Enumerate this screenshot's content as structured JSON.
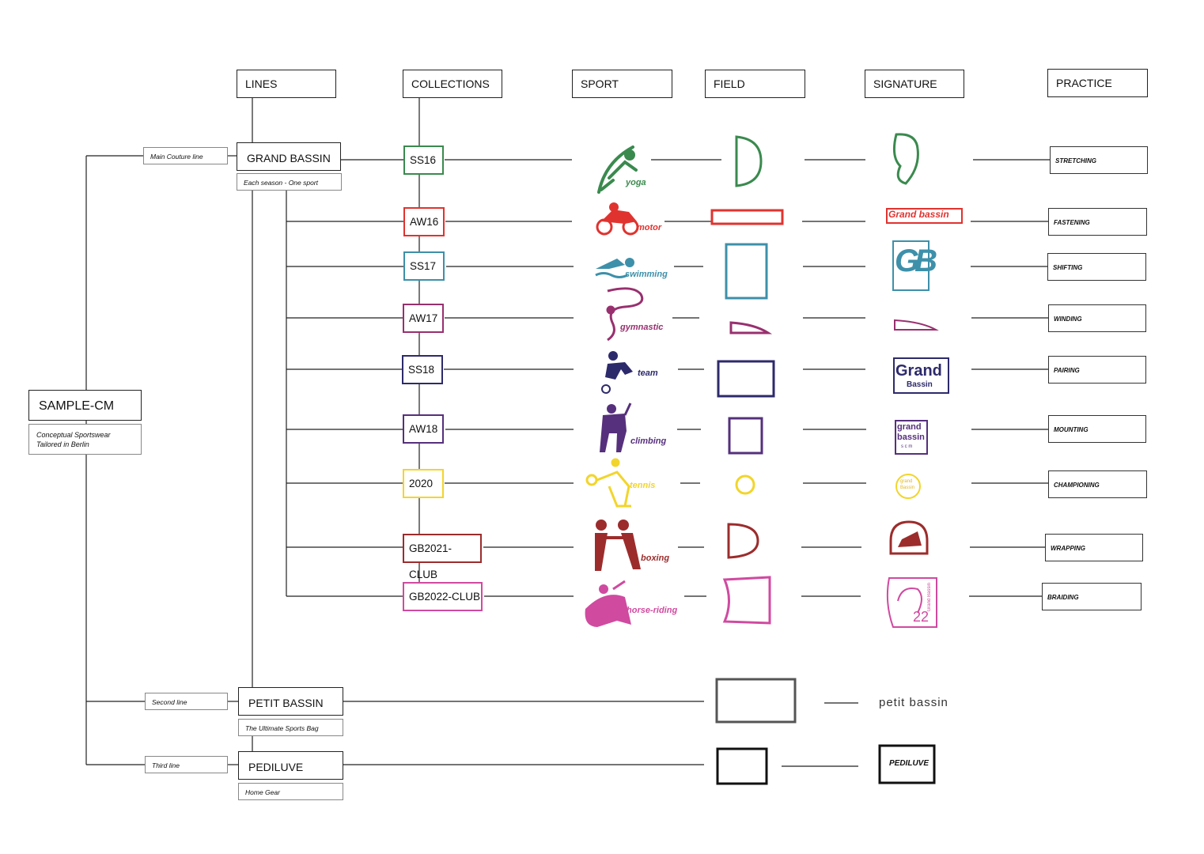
{
  "headers": {
    "lines": "LINES",
    "collections": "COLLECTIONS",
    "sport": "SPORT",
    "field": "FIELD",
    "signature": "SIGNATURE",
    "practice": "PRACTICE"
  },
  "root": {
    "title": "SAMPLE-CM",
    "subtitle_1": "Conceptual Sportswear",
    "subtitle_2": "Tailored in Berlin"
  },
  "lines": [
    {
      "name": "GRAND BASSIN",
      "label": "Main Couture line",
      "note": "Each season - One sport"
    },
    {
      "name": "PETIT BASSIN",
      "label": "Second line",
      "note": "The Ultimate Sports Bag"
    },
    {
      "name": "PEDILUVE",
      "label": "Third line",
      "note": "Home Gear"
    }
  ],
  "rows": [
    {
      "collection": "SS16",
      "sport": "yoga",
      "practice": "STRETCHING",
      "color": "#3a8a4e"
    },
    {
      "collection": "AW16",
      "sport": "motor",
      "practice": "FASTENING",
      "color": "#e0332f"
    },
    {
      "collection": "SS17",
      "sport": "swimming",
      "practice": "SHIFTING",
      "color": "#3d90aa"
    },
    {
      "collection": "AW17",
      "sport": "gymnastic",
      "practice": "WINDING",
      "color": "#98306f"
    },
    {
      "collection": "SS18",
      "sport": "team",
      "practice": "PAIRING",
      "color": "#2d2a6b"
    },
    {
      "collection": "AW18",
      "sport": "climbing",
      "practice": "MOUNTING",
      "color": "#56307c"
    },
    {
      "collection": "2020",
      "sport": "tennis",
      "practice": "CHAMPIONING",
      "color": "#f2d52c"
    },
    {
      "collection": "GB2021-CLUB",
      "sport": "boxing",
      "practice": "WRAPPING",
      "color": "#9c2c2c"
    },
    {
      "collection": "GB2022-CLUB",
      "sport": "horse-riding",
      "practice": "BRAIDING",
      "color": "#d04aa0"
    }
  ],
  "signatures": {
    "aw16": "Grand bassin",
    "ss17": "GB",
    "ss18_1": "Grand",
    "ss18_2": "Bassin",
    "aw18_1": "grand",
    "aw18_2": "bassin",
    "aw18_3": "s c m",
    "y2020_1": "grand",
    "y2020_2": "Bassin",
    "gb2022_1": "22",
    "gb2022_2": "Grand Bassin",
    "petit": "petit bassin",
    "pediluve": "PEDILUVE"
  }
}
